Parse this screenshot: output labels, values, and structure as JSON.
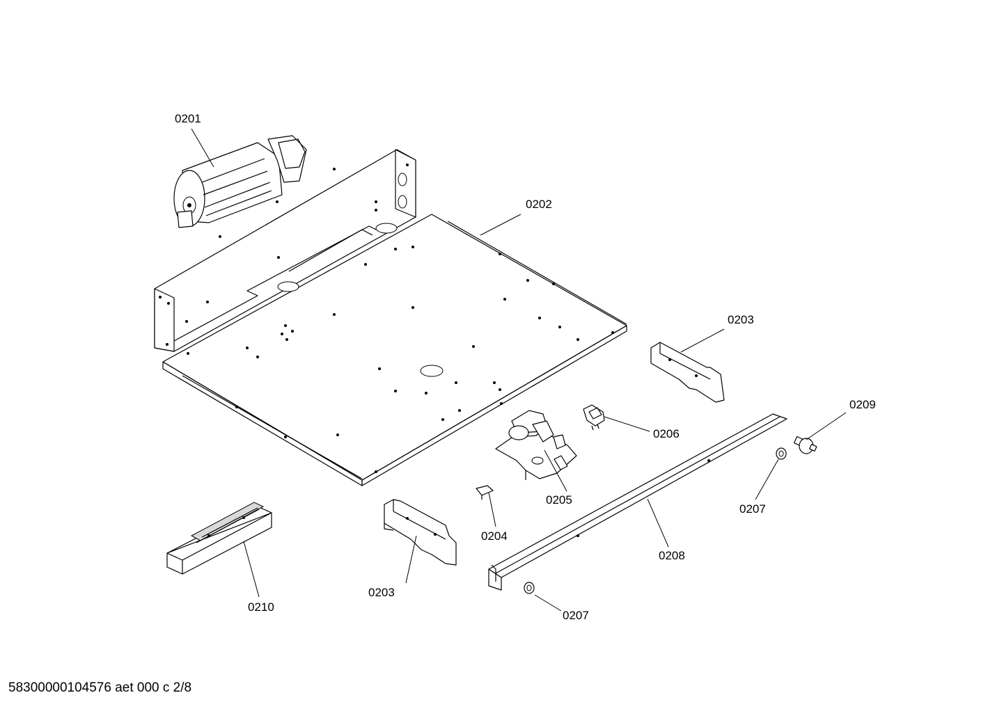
{
  "callouts": {
    "c0201": "0201",
    "c0202": "0202",
    "c0203a": "0203",
    "c0203b": "0203",
    "c0204": "0204",
    "c0205": "0205",
    "c0206": "0206",
    "c0207a": "0207",
    "c0207b": "0207",
    "c0208": "0208",
    "c0209": "0209",
    "c0210": "0210"
  },
  "footer": {
    "document_id": "58300000104576 aet 000 c 2/8"
  }
}
